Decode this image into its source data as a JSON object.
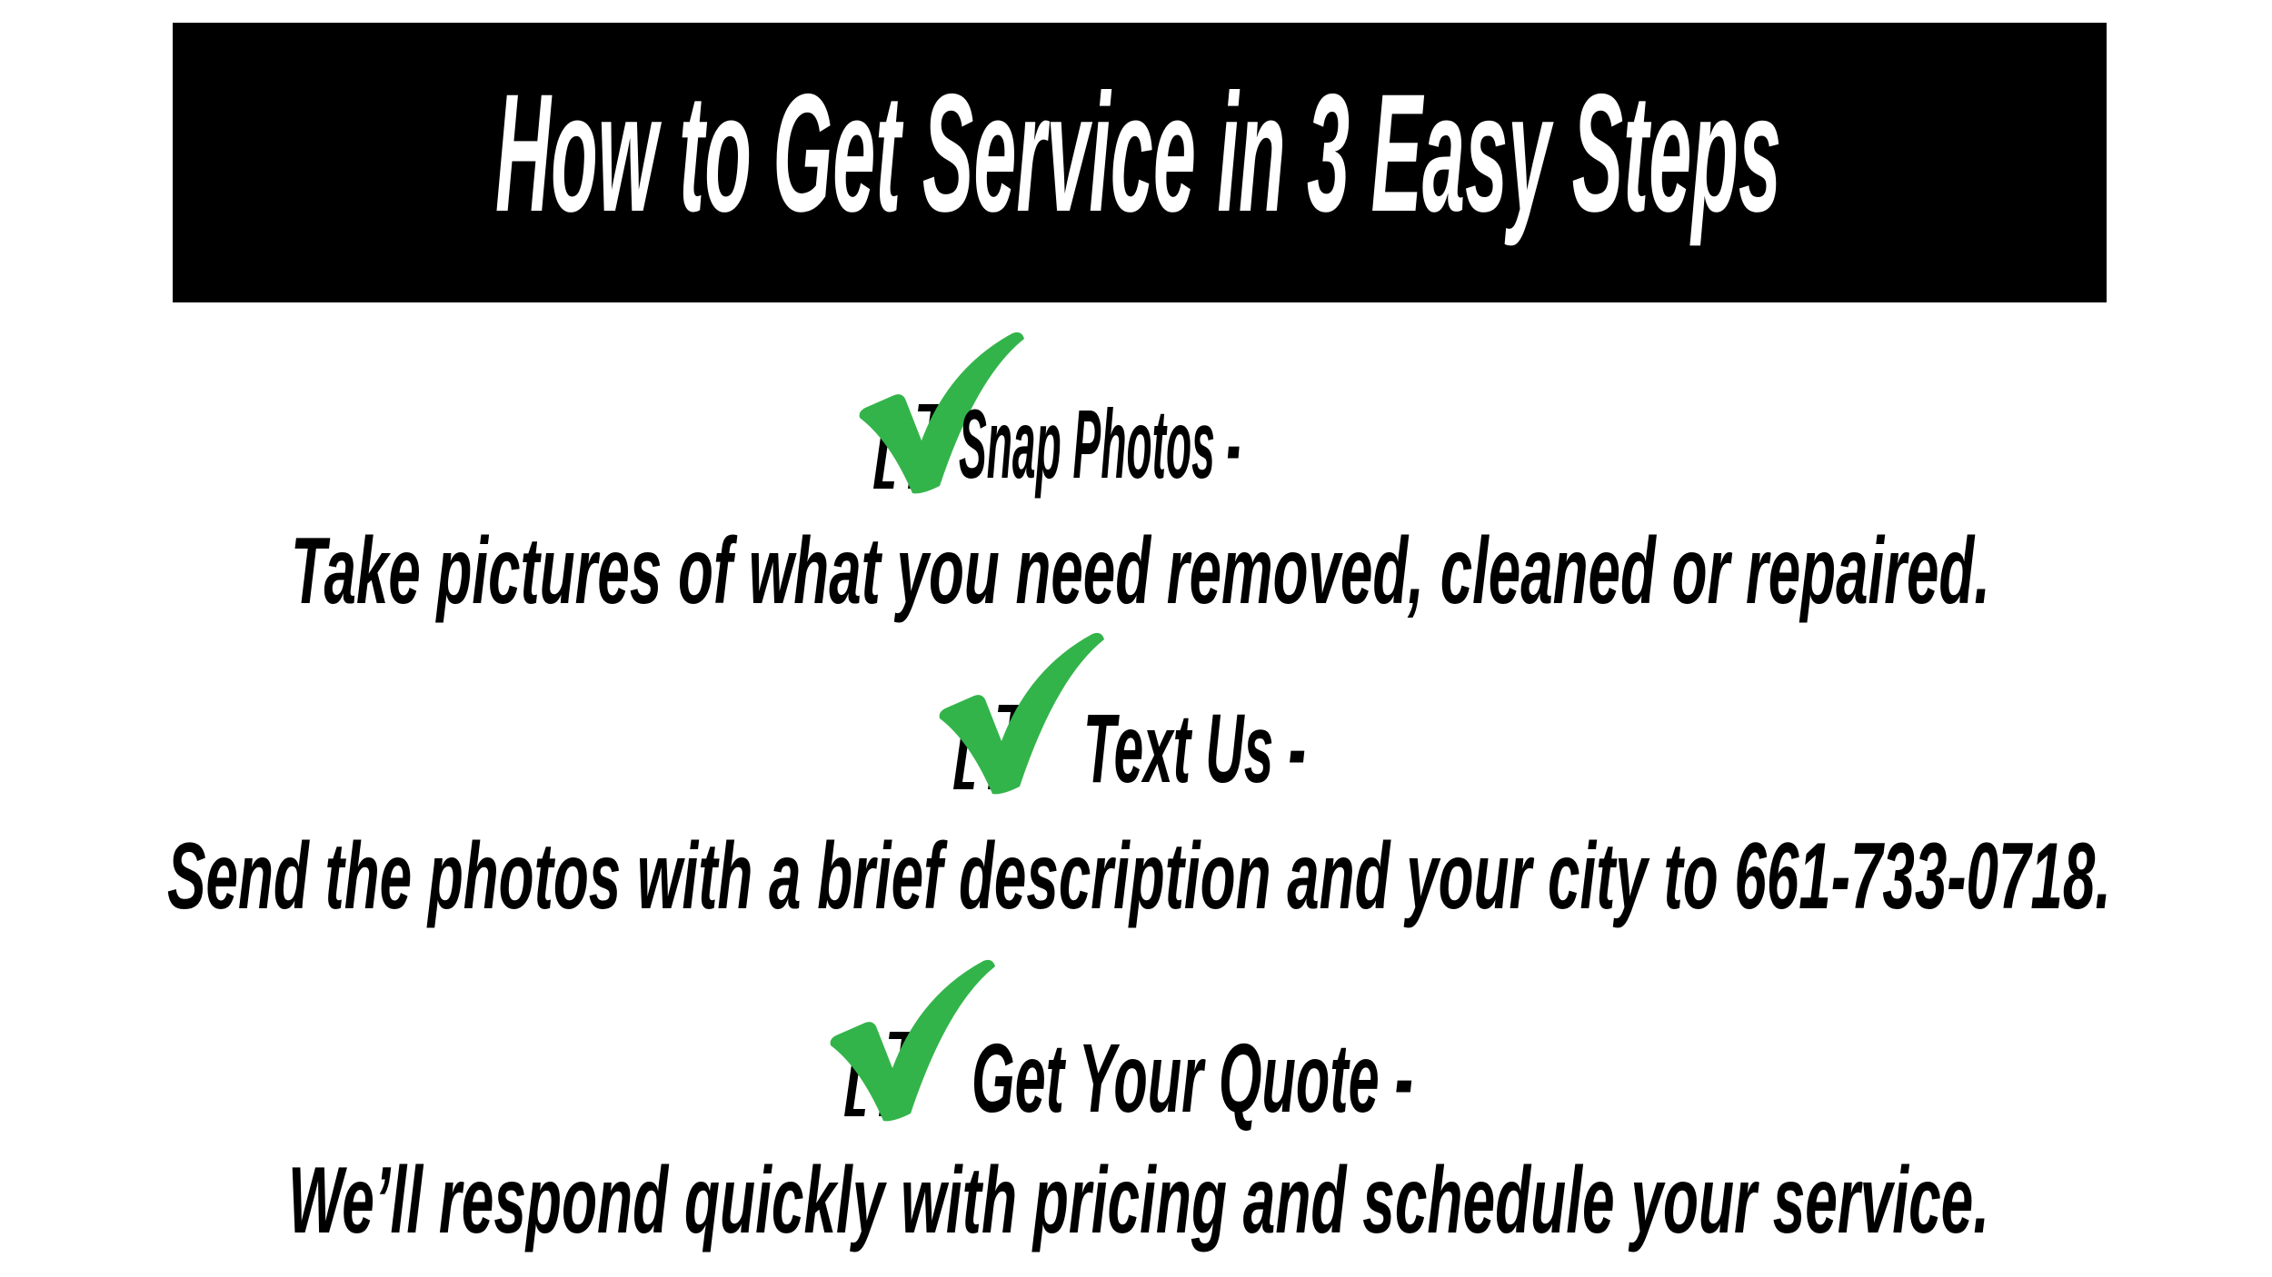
{
  "header": {
    "title": "How to Get Service in 3 Easy Steps"
  },
  "colors": {
    "banner": "#000000",
    "check": "#33b44a",
    "text": "#000000"
  },
  "steps": [
    {
      "icon": "checkmark-icon",
      "heading": "Snap Photos -",
      "description": "Take pictures of what you need removed, cleaned or repaired."
    },
    {
      "icon": "checkmark-icon",
      "heading": "Text Us -",
      "description": "Send the photos with a brief description and your city to 661-733-0718."
    },
    {
      "icon": "checkmark-icon",
      "heading": "Get Your Quote -",
      "description": "We’ll respond quickly with pricing and schedule your service."
    }
  ]
}
